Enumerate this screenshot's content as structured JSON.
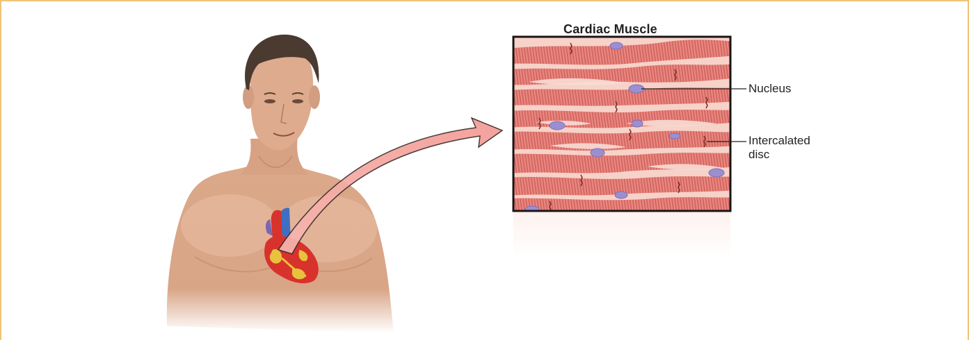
{
  "figure": {
    "title": "Cardiac Muscle",
    "labels": {
      "nucleus": "Nucleus",
      "intercalated_disc": "Intercalated disc"
    }
  },
  "colors": {
    "frame_border": "#e8b04a",
    "skin": "#dca98a",
    "skin_shadow": "#b9826a",
    "hair": "#4a3a30",
    "heart_red": "#d8322c",
    "heart_yellow": "#e8c23c",
    "heart_blue": "#3e6fc2",
    "arrow_fill": "#f3a6a0",
    "arrow_stroke": "#3a2a2a",
    "muscle_base": "#e98b86",
    "muscle_light": "#f6cfc6",
    "muscle_stripe": "#c4554f",
    "nucleus": "#9b8fcf"
  }
}
